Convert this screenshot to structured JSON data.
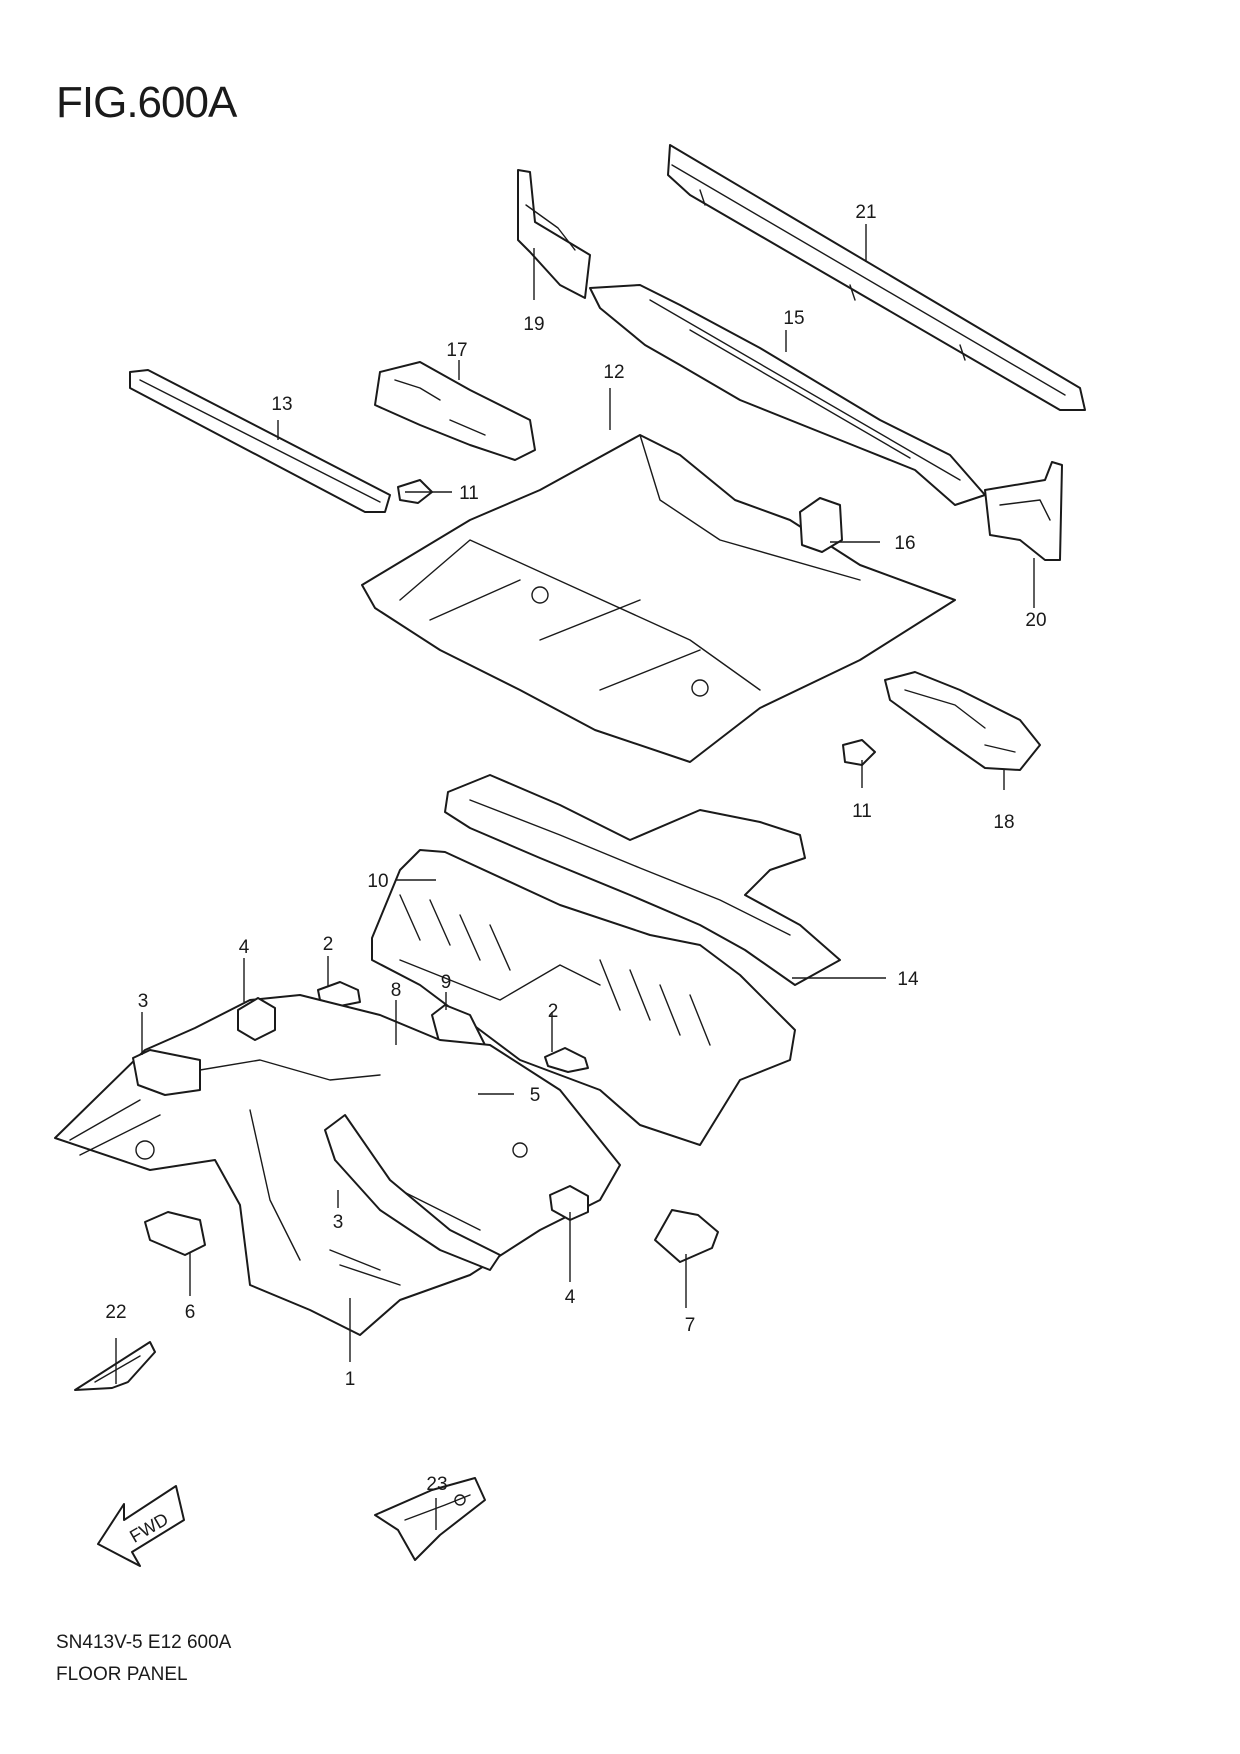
{
  "figure": {
    "title": "FIG.600A",
    "code": "SN413V-5 E12 600A",
    "name": "FLOOR PANEL"
  },
  "arrow": {
    "label": "FWD"
  },
  "callouts": {
    "c1": "1",
    "c2a": "2",
    "c2b": "2",
    "c3a": "3",
    "c3b": "3",
    "c4a": "4",
    "c4b": "4",
    "c5": "5",
    "c6": "6",
    "c7": "7",
    "c8": "8",
    "c9": "9",
    "c10": "10",
    "c11a": "11",
    "c11b": "11",
    "c12": "12",
    "c13": "13",
    "c14": "14",
    "c15": "15",
    "c16": "16",
    "c17": "17",
    "c18": "18",
    "c19": "19",
    "c20": "20",
    "c21": "21",
    "c22": "22",
    "c23": "23"
  }
}
